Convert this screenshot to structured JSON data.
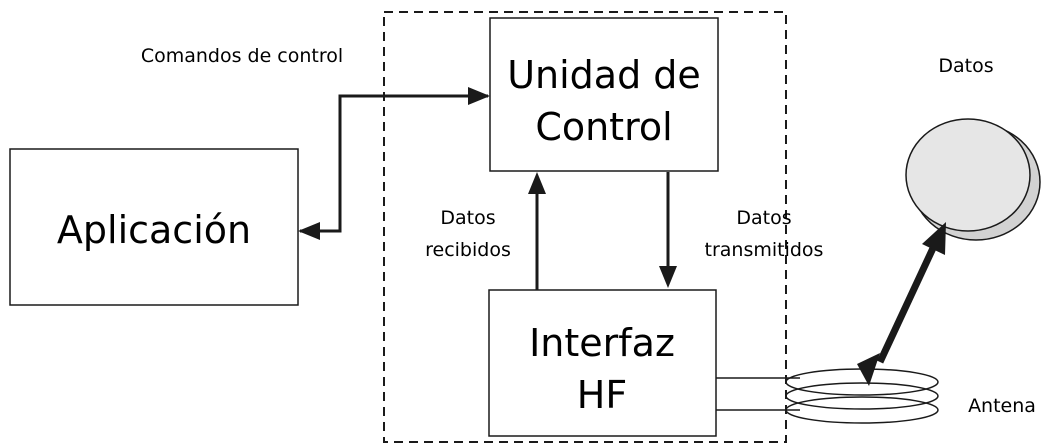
{
  "labels": {
    "comandos": "Comandos de control",
    "aplicacion": "Aplicación",
    "unidad_line1": "Unidad de",
    "unidad_line2": "Control",
    "interfaz_line1": "Interfaz",
    "interfaz_line2": "HF",
    "datos_recibidos_line1": "Datos",
    "datos_recibidos_line2": "recibidos",
    "datos_transmitidos_line1": "Datos",
    "datos_transmitidos_line2": "transmitidos",
    "datos": "Datos",
    "antena": "Antena"
  },
  "colors": {
    "stroke": "#1a1a1a",
    "disk_fill": "#e6e6e6",
    "disk_back": "#d2d2d2"
  }
}
